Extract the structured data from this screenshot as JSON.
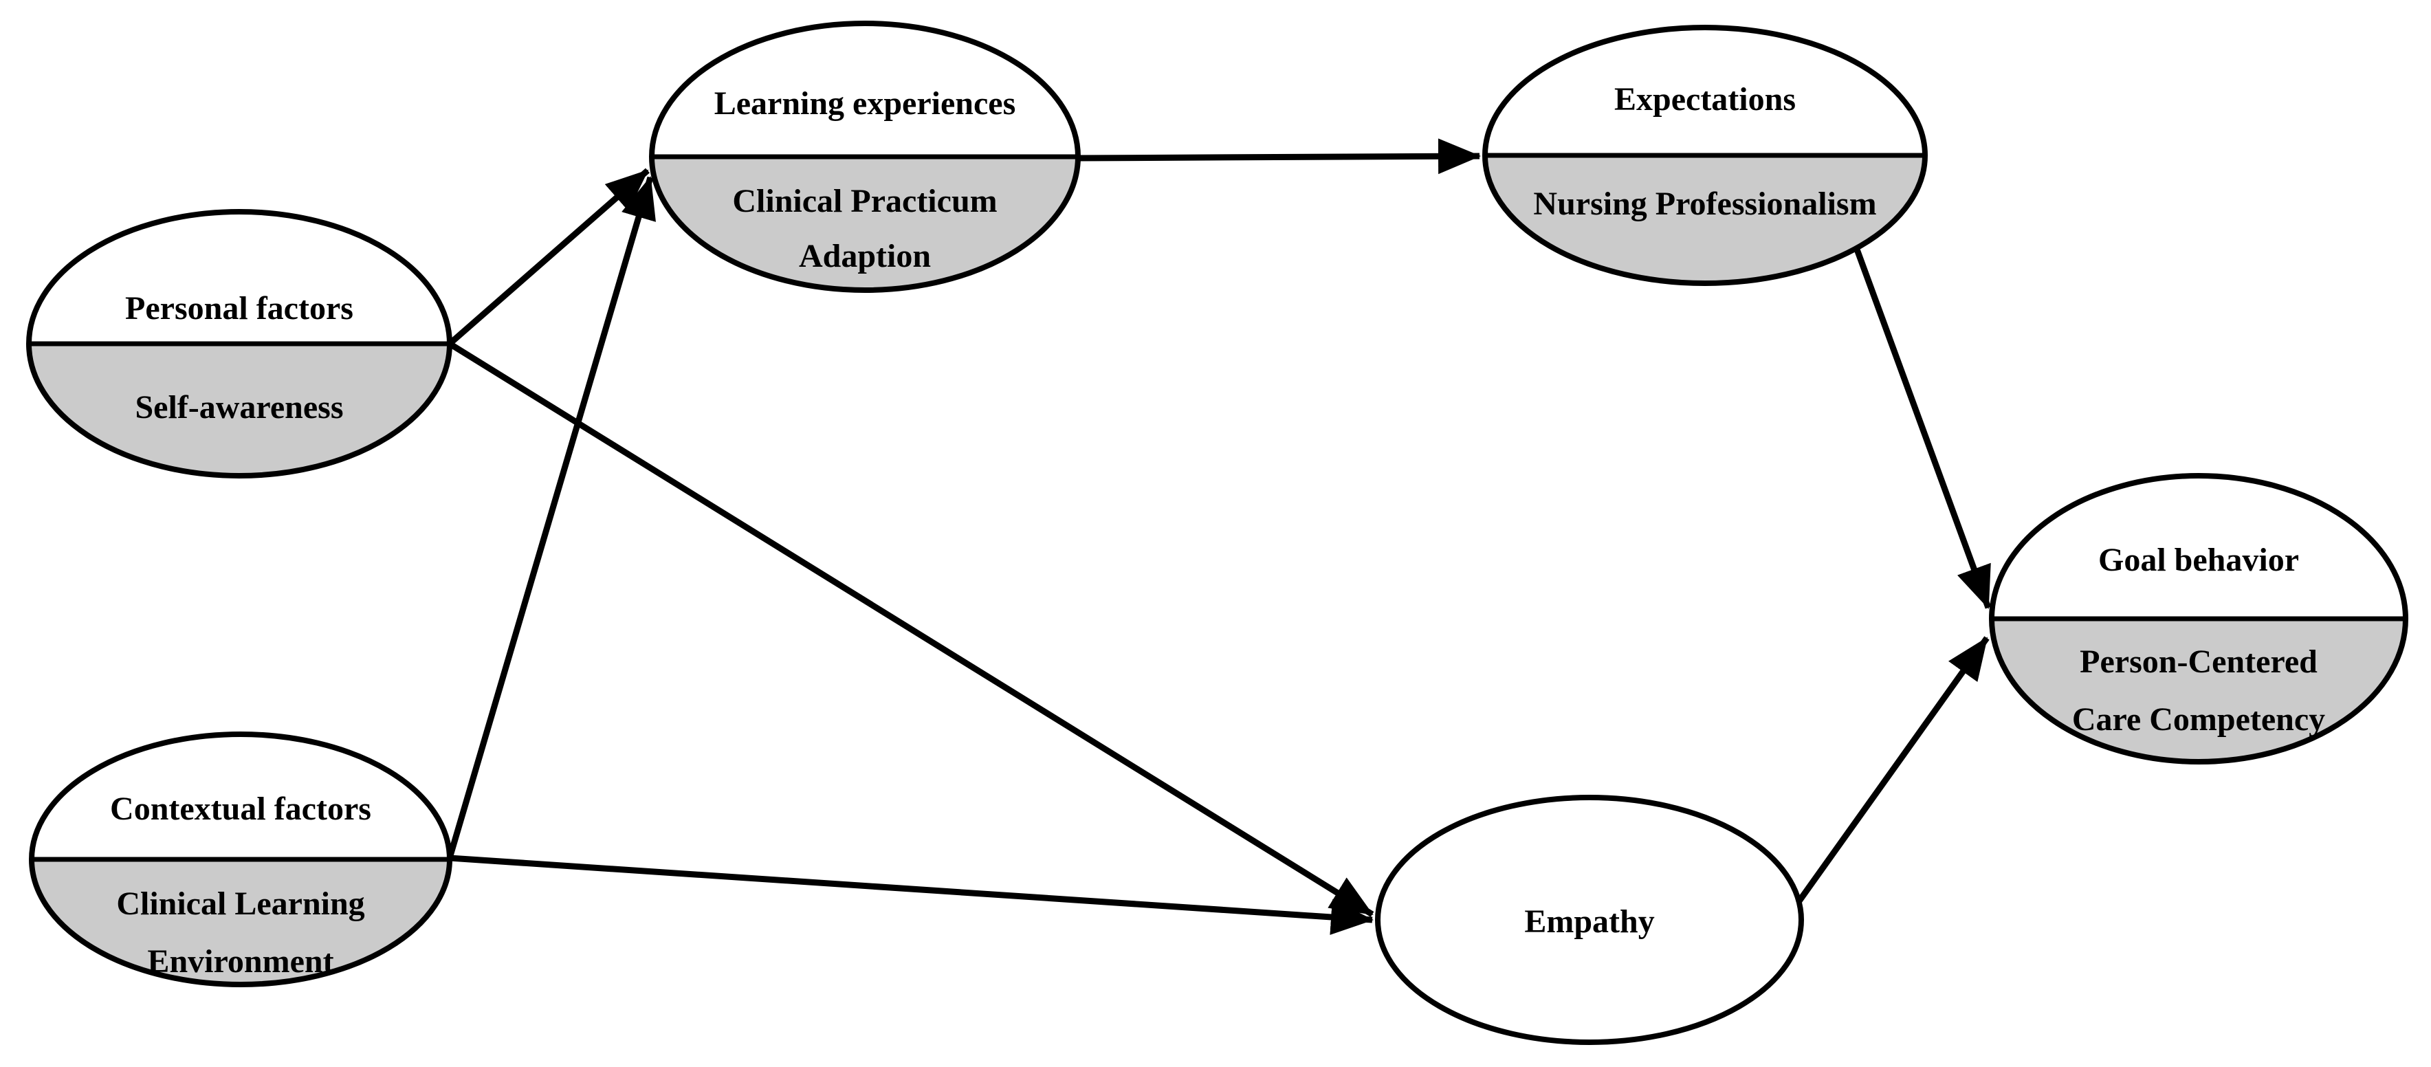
{
  "diagram": {
    "description": "Conceptual path model linking nursing student factors to person-centered care competency",
    "nodes": [
      {
        "id": "personal-factors",
        "title": "Personal factors",
        "sub_lines": [
          "Self-awareness"
        ]
      },
      {
        "id": "contextual-factors",
        "title": "Contextual factors",
        "sub_lines": [
          "Clinical Learning",
          "Environment"
        ]
      },
      {
        "id": "learning-experiences",
        "title": "Learning experiences",
        "sub_lines": [
          "Clinical Practicum",
          "Adaption"
        ]
      },
      {
        "id": "expectations",
        "title": "Expectations",
        "sub_lines": [
          "Nursing Professionalism"
        ]
      },
      {
        "id": "empathy",
        "title": "Empathy",
        "sub_lines": []
      },
      {
        "id": "goal-behavior",
        "title": "Goal behavior",
        "sub_lines": [
          "Person-Centered",
          "Care Competency"
        ]
      }
    ],
    "edges": [
      {
        "from": "personal-factors",
        "to": "learning-experiences"
      },
      {
        "from": "personal-factors",
        "to": "empathy"
      },
      {
        "from": "contextual-factors",
        "to": "learning-experiences"
      },
      {
        "from": "contextual-factors",
        "to": "empathy"
      },
      {
        "from": "learning-experiences",
        "to": "expectations"
      },
      {
        "from": "expectations",
        "to": "goal-behavior"
      },
      {
        "from": "empathy",
        "to": "goal-behavior"
      }
    ]
  },
  "colors": {
    "background": "#ffffff",
    "node_top_fill": "#ffffff",
    "node_bottom_fill": "#cbcbcb",
    "stroke": "#000000"
  }
}
